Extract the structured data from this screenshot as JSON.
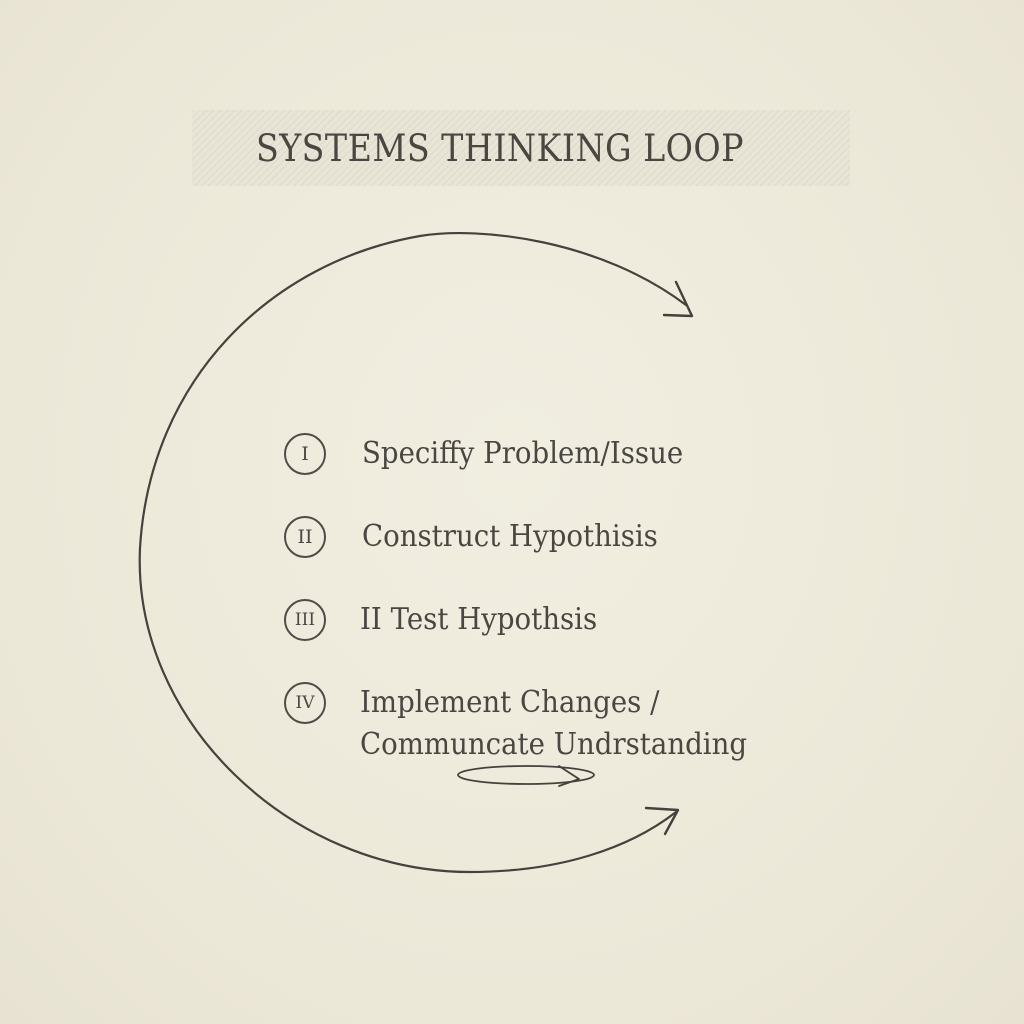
{
  "title": "SYSTEMS THINKING LOOP",
  "steps": [
    {
      "numeral": "I",
      "lines": [
        "Speciffy Problem/Issue"
      ]
    },
    {
      "numeral": "II",
      "lines": [
        "Construct Hypothisis"
      ]
    },
    {
      "numeral": "III",
      "lines": [
        "II Test Hypothsis"
      ]
    },
    {
      "numeral": "IV",
      "lines": [
        "Implement Changes /",
        "Communcate Undrstanding"
      ]
    }
  ],
  "colors": {
    "background": "#efebdc",
    "ink": "#4a4743",
    "stroke": "#45423d"
  },
  "icons": [
    "loop-arrow-icon",
    "small-loop-arrow-icon"
  ]
}
